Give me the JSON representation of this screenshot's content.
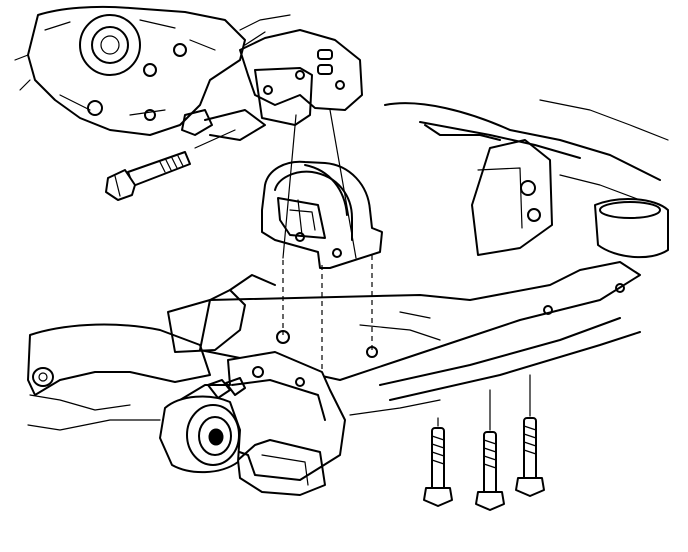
{
  "figure": {
    "colors": {
      "ink": "#000000",
      "paper": "#ffffff"
    },
    "parts": [
      {
        "name": "transmission-housing"
      },
      {
        "name": "transmission-bracket"
      },
      {
        "name": "upper-bolt"
      },
      {
        "name": "transmission-mount"
      },
      {
        "name": "frame-rail-bracket"
      },
      {
        "name": "engine-cradle"
      },
      {
        "name": "rear-mount-bracket"
      },
      {
        "name": "bushing"
      },
      {
        "name": "lower-bolts"
      }
    ]
  }
}
